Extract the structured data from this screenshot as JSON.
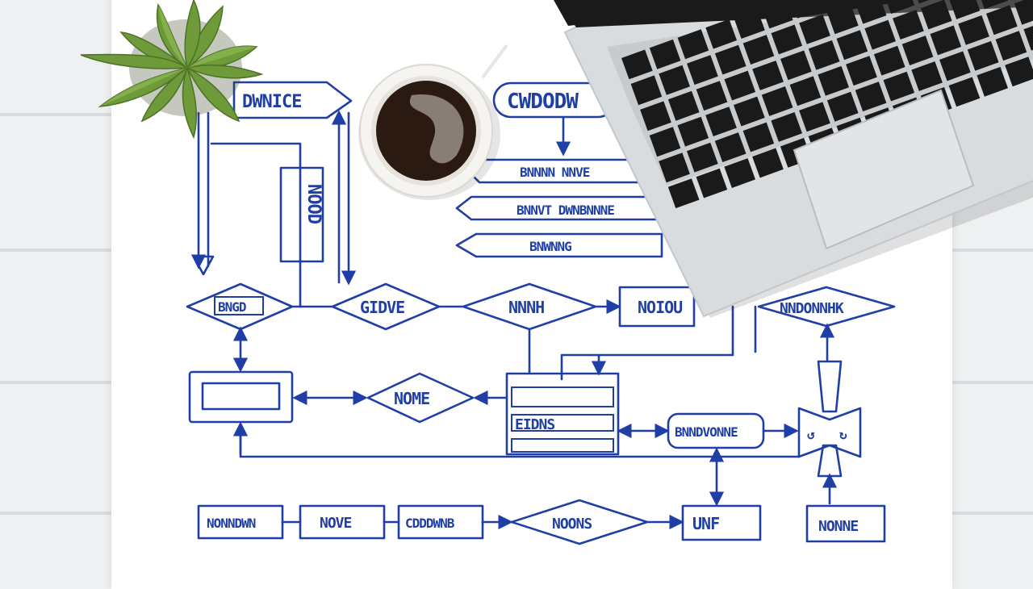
{
  "flowchart": {
    "top_left_terminal": "DWNICE",
    "top_right_terminal": "CWDODW",
    "vertical_box": "NOOD",
    "right_steps": [
      "BNNNN NNVE",
      "BNNVT DWNBNNNE",
      "BNWNNG"
    ],
    "diamond_1": "BNGD",
    "diamond_2": "GIDVE",
    "diamond_3": "NNNH",
    "box_right_1": "NOIOU",
    "diamond_right": "NNDONNHK",
    "diamond_mid": "NOME",
    "stack_label": "EIDNS",
    "rounded_box": "BNNDVONNE",
    "bottom_row": [
      "NONNDWN",
      "NOVE",
      "CDDDWNB"
    ],
    "bottom_diamond": "NOONS",
    "bottom_box_2": "UNF",
    "bottom_box_3": "NONNE"
  },
  "colors": {
    "ink": "#1f3fa6",
    "paper": "#ffffff",
    "desk": "#eef0f1",
    "laptop": "#d9dcdf",
    "keys": "#1a1a1a",
    "coffee": "#2a1a12",
    "plant": "#6e9a3a"
  },
  "objects": [
    "plant-icon",
    "coffee-cup-icon",
    "laptop-icon",
    "pen-icon"
  ]
}
